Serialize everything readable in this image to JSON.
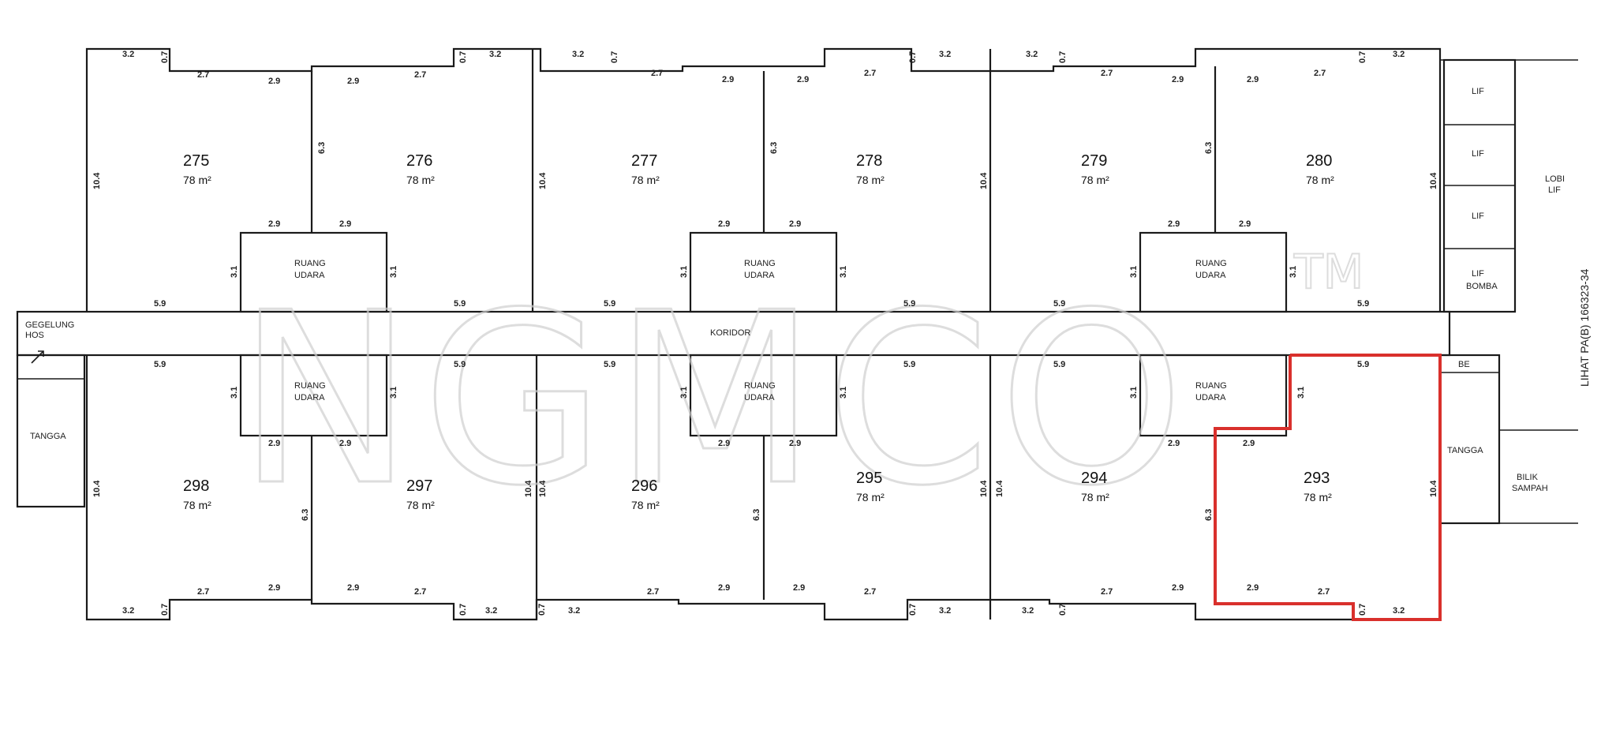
{
  "floor_plan": {
    "units": [
      {
        "lot": "275",
        "area": "78 m²"
      },
      {
        "lot": "276",
        "area": "78 m²"
      },
      {
        "lot": "277",
        "area": "78 m²"
      },
      {
        "lot": "278",
        "area": "78 m²"
      },
      {
        "lot": "279",
        "area": "78 m²"
      },
      {
        "lot": "280",
        "area": "78 m²"
      },
      {
        "lot": "298",
        "area": "78 m²"
      },
      {
        "lot": "297",
        "area": "78 m²"
      },
      {
        "lot": "296",
        "area": "78 m²"
      },
      {
        "lot": "295",
        "area": "78 m²"
      },
      {
        "lot": "294",
        "area": "78 m²"
      },
      {
        "lot": "293",
        "area": "78 m²"
      }
    ],
    "highlighted_lot": "293",
    "highlight_color": "#d9302c",
    "labels": {
      "ruang": "RUANG",
      "udara": "UDARA",
      "koridor": "KORIDOR",
      "gegelung": "GEGELUNG",
      "hos": "HOS",
      "tangga_left": "TANGGA",
      "tangga_right": "TANGGA",
      "lif": "LIF",
      "bomba": "BOMBA",
      "lobi": "LOBI",
      "lobi_lif": "LIF",
      "be": "BE",
      "bilik": "BILIK",
      "sampah": "SAMPAH",
      "reference": "LIHAT PA(B) 166323-34"
    },
    "dimensions": {
      "d32": "3.2",
      "d07": "0.7",
      "d27": "2.7",
      "d29": "2.9",
      "d63": "6.3",
      "d104": "10.4",
      "d31": "3.1",
      "d59": "5.9"
    },
    "watermark": {
      "text": "NGMCO",
      "tm": "TM"
    }
  }
}
